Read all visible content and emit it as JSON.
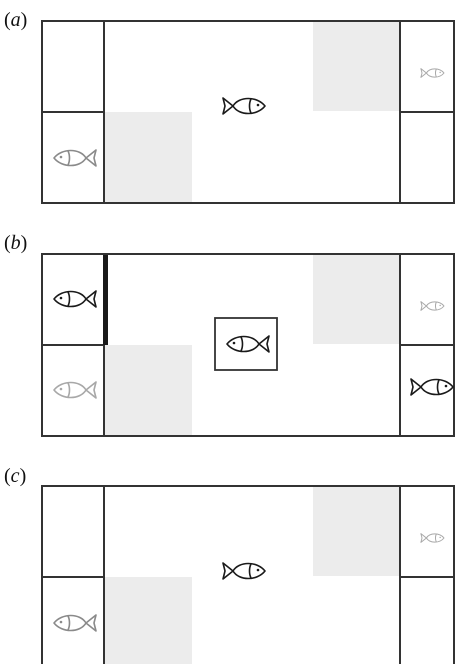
{
  "figure": {
    "panels": [
      {
        "id": "a",
        "label_open": "(",
        "label_letter": "a",
        "label_close": ")"
      },
      {
        "id": "b",
        "label_open": "(",
        "label_letter": "b",
        "label_close": ")"
      },
      {
        "id": "c",
        "label_open": "(",
        "label_letter": "c",
        "label_close": ")"
      }
    ]
  },
  "colors": {
    "border": "#333333",
    "shade": "#ececec",
    "fish_dark": "#1a1a1a",
    "fish_mid": "#8a8a8a",
    "fish_light": "#a8a8a8",
    "divider_bar": "#1a1a1a"
  },
  "icons": [
    "fish-icon"
  ]
}
